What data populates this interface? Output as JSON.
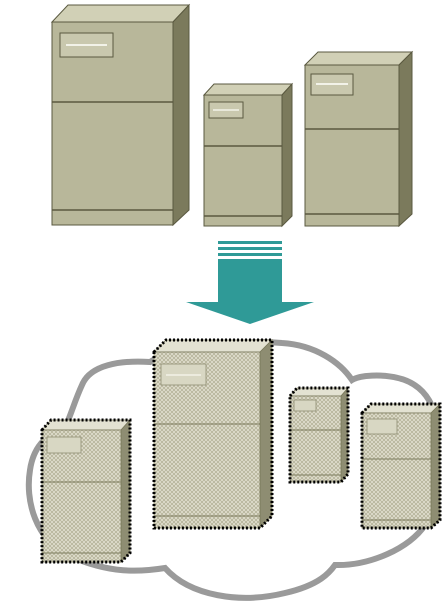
{
  "diagram": {
    "top_group": {
      "items": [
        {
          "name": "physical-server-1",
          "kind": "tower"
        },
        {
          "name": "physical-server-2",
          "kind": "tower"
        },
        {
          "name": "physical-server-3",
          "kind": "tower"
        }
      ]
    },
    "arrow": {
      "direction": "down",
      "color": "#2f9a97"
    },
    "bottom_group": {
      "container": "cloud",
      "items": [
        {
          "name": "virtual-server-1",
          "kind": "tower"
        },
        {
          "name": "virtual-server-2",
          "kind": "tower"
        },
        {
          "name": "virtual-server-3",
          "kind": "tower"
        },
        {
          "name": "virtual-server-4",
          "kind": "tower"
        }
      ]
    },
    "colors": {
      "server_front": "#b8b79a",
      "server_top": "#d1d0b6",
      "server_side": "#7b7a5c",
      "server_outline": "#5a5940",
      "cloud_stroke": "#9a9a9a",
      "dotted_outline": "#000000"
    }
  }
}
